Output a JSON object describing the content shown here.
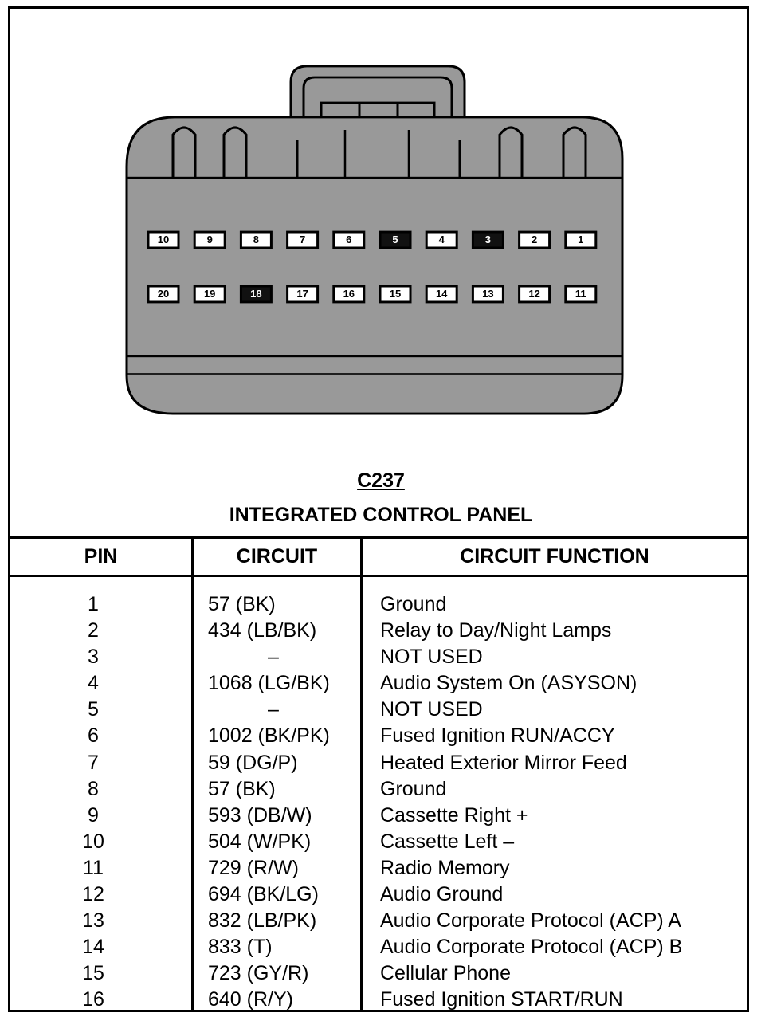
{
  "connector": {
    "code": "C237",
    "name": "INTEGRATED CONTROL PANEL",
    "top_row": [
      {
        "label": "10",
        "filled": false
      },
      {
        "label": "9",
        "filled": false
      },
      {
        "label": "8",
        "filled": false
      },
      {
        "label": "7",
        "filled": false
      },
      {
        "label": "6",
        "filled": false
      },
      {
        "label": "5",
        "filled": true
      },
      {
        "label": "4",
        "filled": false
      },
      {
        "label": "3",
        "filled": true
      },
      {
        "label": "2",
        "filled": false
      },
      {
        "label": "1",
        "filled": false
      }
    ],
    "bottom_row": [
      {
        "label": "20",
        "filled": false
      },
      {
        "label": "19",
        "filled": false
      },
      {
        "label": "18",
        "filled": true
      },
      {
        "label": "17",
        "filled": false
      },
      {
        "label": "16",
        "filled": false
      },
      {
        "label": "15",
        "filled": false
      },
      {
        "label": "14",
        "filled": false
      },
      {
        "label": "13",
        "filled": false
      },
      {
        "label": "12",
        "filled": false
      },
      {
        "label": "11",
        "filled": false
      }
    ]
  },
  "table": {
    "headers": {
      "pin": "PIN",
      "circuit": "CIRCUIT",
      "function": "CIRCUIT FUNCTION"
    },
    "rows": [
      {
        "pin": "1",
        "circuit": "57 (BK)",
        "function": "Ground"
      },
      {
        "pin": "2",
        "circuit": "434 (LB/BK)",
        "function": "Relay to Day/Night Lamps"
      },
      {
        "pin": "3",
        "circuit": "–",
        "function": "NOT USED"
      },
      {
        "pin": "4",
        "circuit": "1068 (LG/BK)",
        "function": "Audio System On (ASYSON)"
      },
      {
        "pin": "5",
        "circuit": "–",
        "function": "NOT USED"
      },
      {
        "pin": "6",
        "circuit": "1002 (BK/PK)",
        "function": "Fused Ignition RUN/ACCY"
      },
      {
        "pin": "7",
        "circuit": "59 (DG/P)",
        "function": "Heated Exterior Mirror Feed"
      },
      {
        "pin": "8",
        "circuit": "57 (BK)",
        "function": "Ground"
      },
      {
        "pin": "9",
        "circuit": "593 (DB/W)",
        "function": "Cassette Right +"
      },
      {
        "pin": "10",
        "circuit": "504 (W/PK)",
        "function": "Cassette Left –"
      },
      {
        "pin": "11",
        "circuit": "729 (R/W)",
        "function": "Radio Memory"
      },
      {
        "pin": "12",
        "circuit": "694 (BK/LG)",
        "function": "Audio Ground"
      },
      {
        "pin": "13",
        "circuit": "832 (LB/PK)",
        "function": "Audio Corporate Protocol (ACP) A"
      },
      {
        "pin": "14",
        "circuit": "833 (T)",
        "function": "Audio Corporate Protocol (ACP) B"
      },
      {
        "pin": "15",
        "circuit": "723 (GY/R)",
        "function": "Cellular Phone"
      },
      {
        "pin": "16",
        "circuit": "640 (R/Y)",
        "function": "Fused Ignition START/RUN"
      }
    ]
  }
}
